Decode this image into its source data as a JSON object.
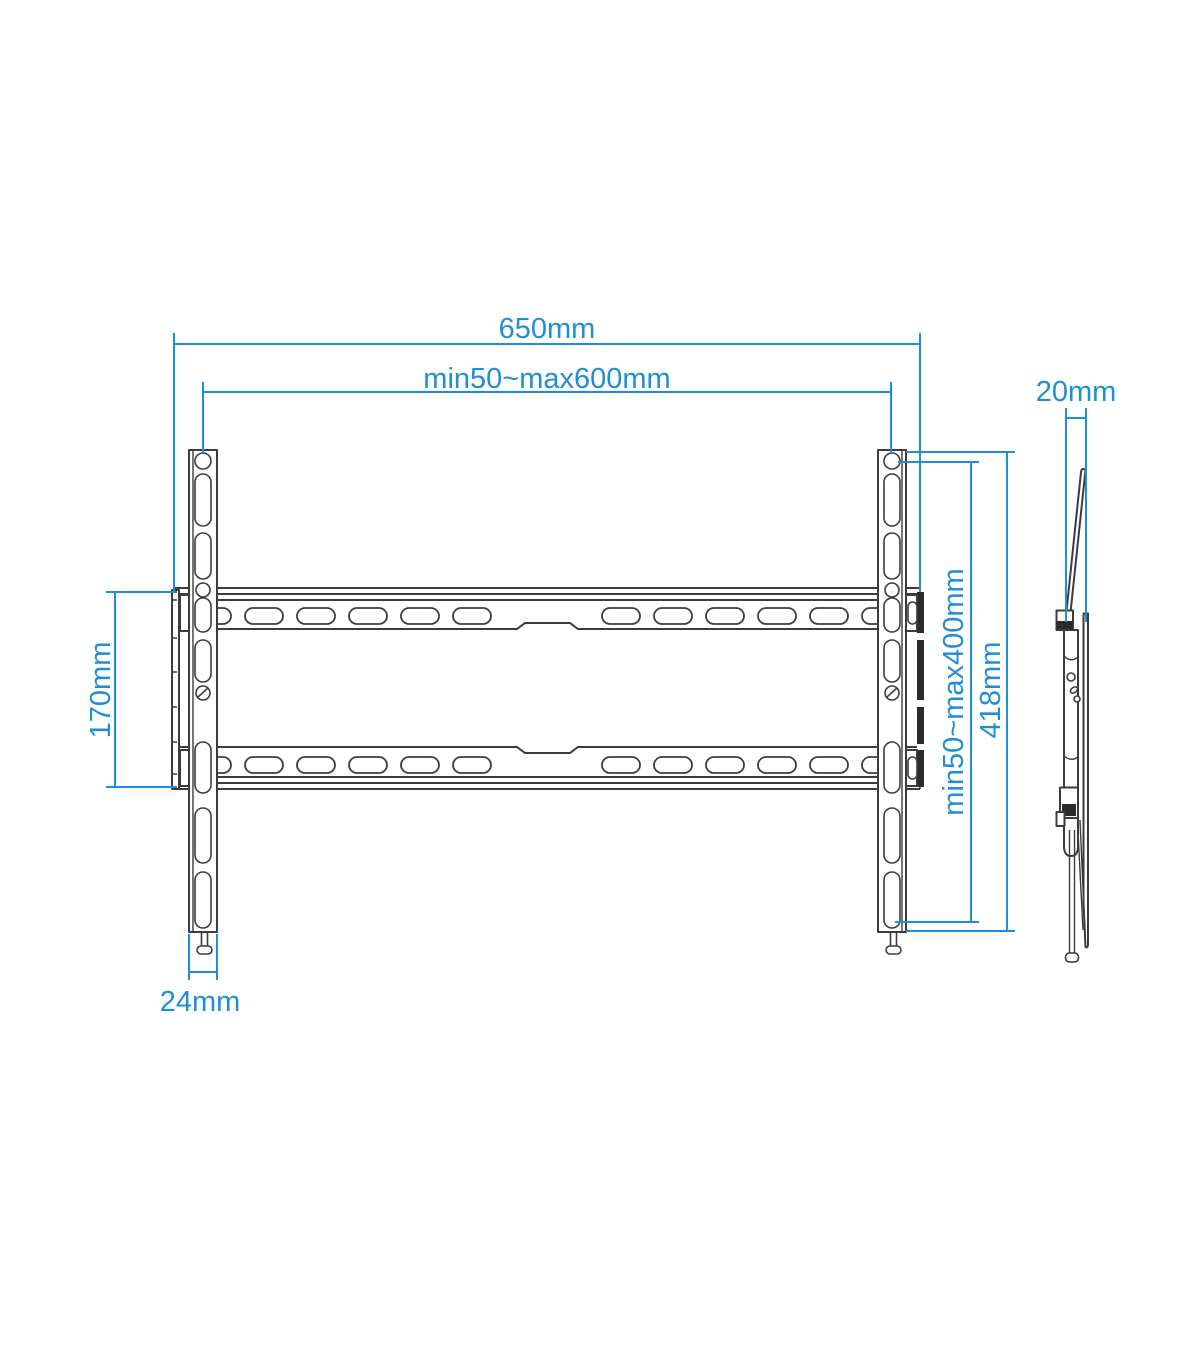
{
  "colors": {
    "dimension_blue": "#1E8FD6",
    "outline_gray": "#3C3C3C",
    "section_dark": "#2B2B2B",
    "background": "#ffffff"
  },
  "drawing": {
    "type": "technical-dimension-drawing",
    "subject": "flat TV wall mount bracket, front view and side view",
    "dimensions": {
      "overall_width": "650mm",
      "horizontal_pattern": "min50~max600mm",
      "rail_height": "170mm",
      "foot_width": "24mm",
      "vertical_pattern": "min50~max400mm",
      "bracket_height": "418mm",
      "depth": "20mm"
    }
  }
}
